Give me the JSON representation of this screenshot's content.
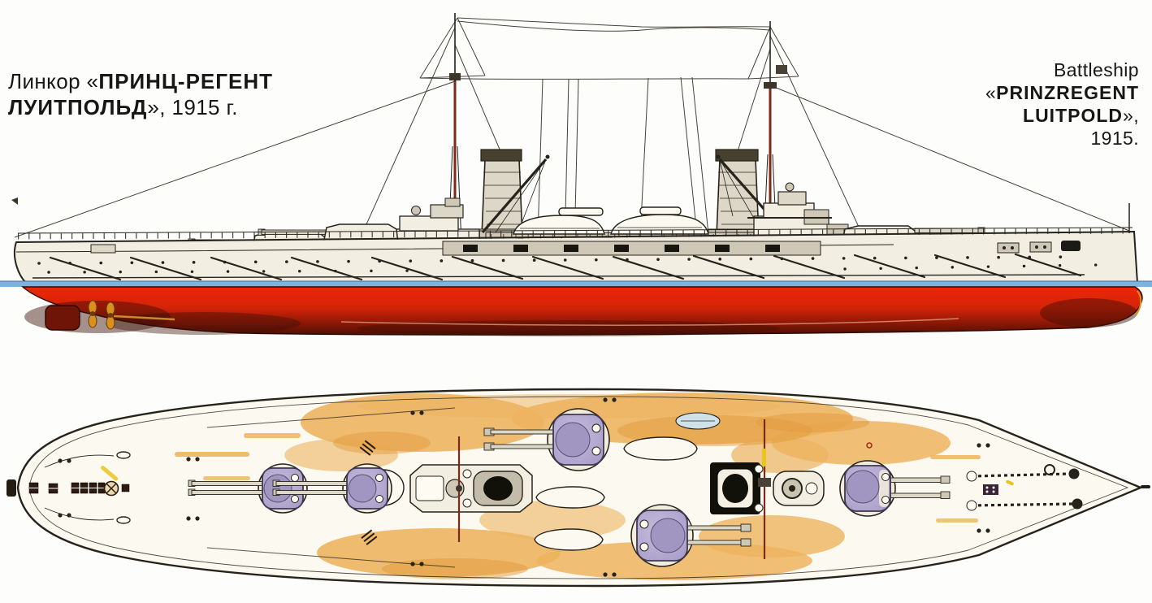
{
  "title": "Battleship Prinzregent Luitpold, 1915 — side profile and deck plan",
  "captions": {
    "ru": {
      "prefix": "Линкор «",
      "name_line1": "ПРИНЦ-РЕГЕНТ",
      "name_line2": "ЛУИТПОЛЬД",
      "suffix": "», 1915 г."
    },
    "en": {
      "line1": "Battleship",
      "open_quote": "«",
      "name_line1": "PRINZREGENT",
      "name_line2": "LUITPOLD",
      "close_quote": "»,",
      "year": "1915."
    }
  },
  "colors": {
    "ink": "#26231c",
    "hull-ivory": "#f2eee1",
    "structure-gray": "#ddd7c7",
    "casemate-gray": "#cfc8b6",
    "red-bright": "#ee2708",
    "red-mid": "#b31d07",
    "red-dark": "#3a0e04",
    "waterline-blue": "#7fb3df",
    "mast-brown": "#7a2b1b",
    "propeller-orange": "#d9901f",
    "deck-white": "#fcf9f0",
    "deck-tan": "#edb45f",
    "deck-tan-dark": "#e29a3c",
    "turret-lavender": "#b5aad0",
    "turret-lavender-deep": "#a195c2",
    "barbette-ivory": "#f2ecdb",
    "skylight-blue": "#cfe1e9",
    "accent-yellow": "#e9c41d",
    "funnel-black": "#111009"
  }
}
